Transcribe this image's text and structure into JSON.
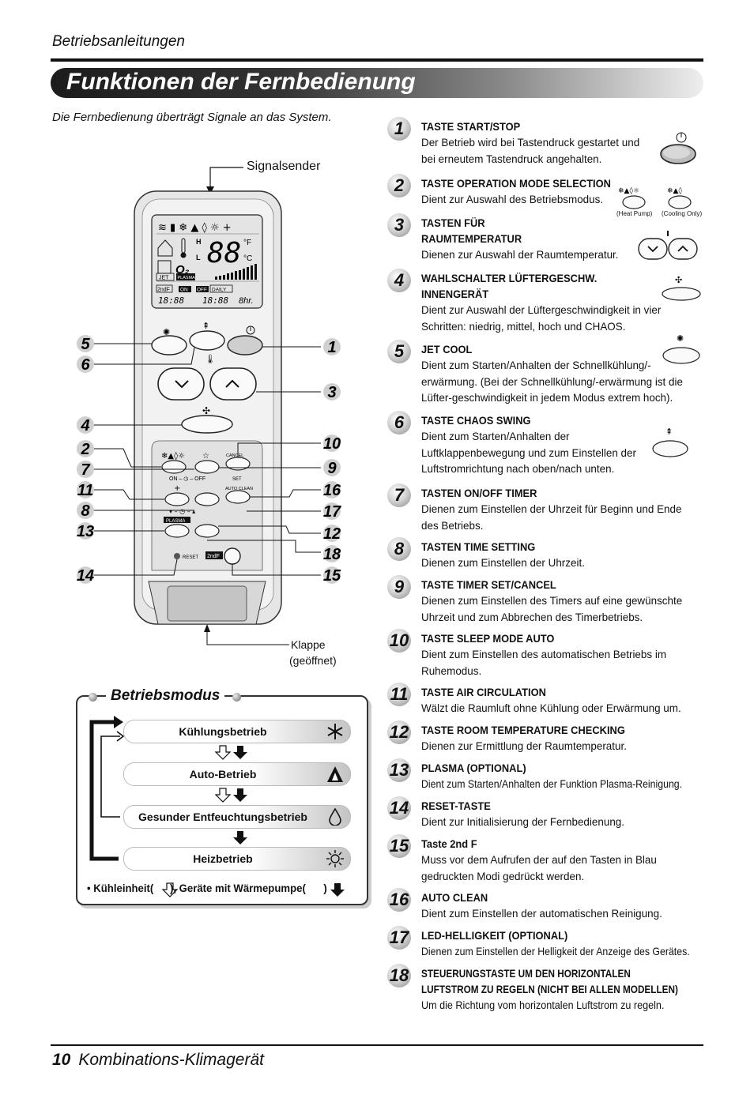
{
  "header": {
    "section": "Betriebsanleitungen",
    "title": "Funktionen der Fernbedienung"
  },
  "intro": "Die Fernbedienung überträgt Signale an das System.",
  "remote": {
    "signal_label": "Signalsender",
    "flap_label_1": "Klappe",
    "flap_label_2": "(geöffnet)",
    "callouts_left": [
      "5",
      "6",
      "4",
      "2",
      "7",
      "11",
      "8",
      "13",
      "14"
    ],
    "callouts_right": [
      "1",
      "3",
      "10",
      "9",
      "16",
      "17",
      "12",
      "18",
      "15"
    ],
    "display": {
      "digits": "88",
      "unit_f": "°F",
      "unit_c": "°C",
      "h": "H",
      "l": "L",
      "o2": "O₂",
      "jet": "JET",
      "plasma": "PLASMA",
      "second_f": "2ndF",
      "on": "ON",
      "off": "OFF",
      "daily": "DAILY",
      "time1": "18:88",
      "time2": "18:88",
      "hr": "8hr."
    },
    "labels": {
      "cancel": "CANCEL",
      "set": "SET",
      "on_off": "ON – ◷ – OFF",
      "auto_clean": "AUTO CLEAN",
      "plasma": "PLASMA",
      "reset": "RESET",
      "second_f": "2ndF"
    }
  },
  "modes": {
    "title": "Betriebsmodus",
    "items": [
      {
        "label": "Kühlungsbetrieb",
        "icon": "snowflake-icon"
      },
      {
        "label": "Auto-Betrieb",
        "icon": "auto-icon"
      },
      {
        "label": "Gesunder Entfeuchtungsbetrieb",
        "icon": "drop-icon"
      },
      {
        "label": "Heizbetrieb",
        "icon": "sun-icon"
      }
    ],
    "legend_prefix": "• Kühleinheit(",
    "legend_mid": "), Geräte mit Wärmepumpe(",
    "legend_suffix": ")"
  },
  "items": [
    {
      "n": "1",
      "title": "TASTE START/STOP",
      "desc": "Der Betrieb wird bei Tastendruck gestartet und bei erneutem Tastendruck angehalten."
    },
    {
      "n": "2",
      "title": "TASTE OPERATION MODE SELECTION",
      "desc": "Dient zur Auswahl des Betriebsmodus.",
      "heat_pump": "(Heat Pump)",
      "cooling_only": "(Cooling Only)"
    },
    {
      "n": "3",
      "title": "TASTEN FÜR\nRAUMTEMPERATUR",
      "desc": "Dienen zur Auswahl der Raumtemperatur."
    },
    {
      "n": "4",
      "title": "WAHLSCHALTER LÜFTERGESCHW.\nINNENGERÄT",
      "desc": "Dient zur Auswahl der Lüftergeschwindigkeit in vier Schritten: niedrig, mittel, hoch und CHAOS."
    },
    {
      "n": "5",
      "title": "JET COOL",
      "desc": "Dient zum Starten/Anhalten der Schnellkühlung/-erwärmung. (Bei der Schnellkühlung/-erwärmung ist die Lüfter-geschwindigkeit in jedem Modus extrem hoch)."
    },
    {
      "n": "6",
      "title": "TASTE CHAOS SWING",
      "desc": "Dient zum Starten/Anhalten der Luftklappenbewegung und zum Einstellen der Luftstromrichtung nach oben/nach unten."
    },
    {
      "n": "7",
      "title": "TASTEN ON/OFF TIMER",
      "desc": "Dienen zum Einstellen der Uhrzeit für Beginn und Ende des Betriebs."
    },
    {
      "n": "8",
      "title": "TASTEN TIME SETTING",
      "desc": "Dienen zum Einstellen der Uhrzeit."
    },
    {
      "n": "9",
      "title": "TASTE TIMER SET/CANCEL",
      "desc": "Dienen zum Einstellen des Timers auf eine gewünschte Uhrzeit und zum Abbrechen des Timerbetriebs."
    },
    {
      "n": "10",
      "title": "TASTE SLEEP MODE AUTO",
      "desc": "Dient zum Einstellen des automatischen Betriebs im Ruhemodus."
    },
    {
      "n": "11",
      "title": "TASTE AIR CIRCULATION",
      "desc": "Wälzt die Raumluft ohne Kühlung oder Erwärmung um."
    },
    {
      "n": "12",
      "title": "TASTE ROOM TEMPERATURE CHECKING",
      "desc": "Dienen zur Ermittlung der Raumtemperatur."
    },
    {
      "n": "13",
      "title": "PLASMA (OPTIONAL)",
      "desc": "Dient zum Starten/Anhalten der Funktion Plasma-Reinigung."
    },
    {
      "n": "14",
      "title": "RESET-TASTE",
      "desc": "Dient zur Initialisierung der Fernbedienung."
    },
    {
      "n": "15",
      "title": "Taste 2nd F",
      "desc": "Muss vor dem Aufrufen der auf den Tasten in Blau gedruckten Modi gedrückt werden."
    },
    {
      "n": "16",
      "title": "AUTO CLEAN",
      "desc": "Dient zum Einstellen der automatischen Reinigung."
    },
    {
      "n": "17",
      "title": "LED-HELLIGKEIT (OPTIONAL)",
      "desc": "Dienen zum Einstellen der Helligkeit der Anzeige des Gerätes."
    },
    {
      "n": "18",
      "title": "STEUERUNGSTASTE UM DEN HORIZONTALEN\nLUFTSTROM ZU REGELN (NICHT BEI ALLEN MODELLEN)",
      "desc": "Um die Richtung vom horizontalen Luftstrom zu regeln."
    }
  ],
  "footer": {
    "page": "10",
    "title": "Kombinations-Klimagerät"
  }
}
